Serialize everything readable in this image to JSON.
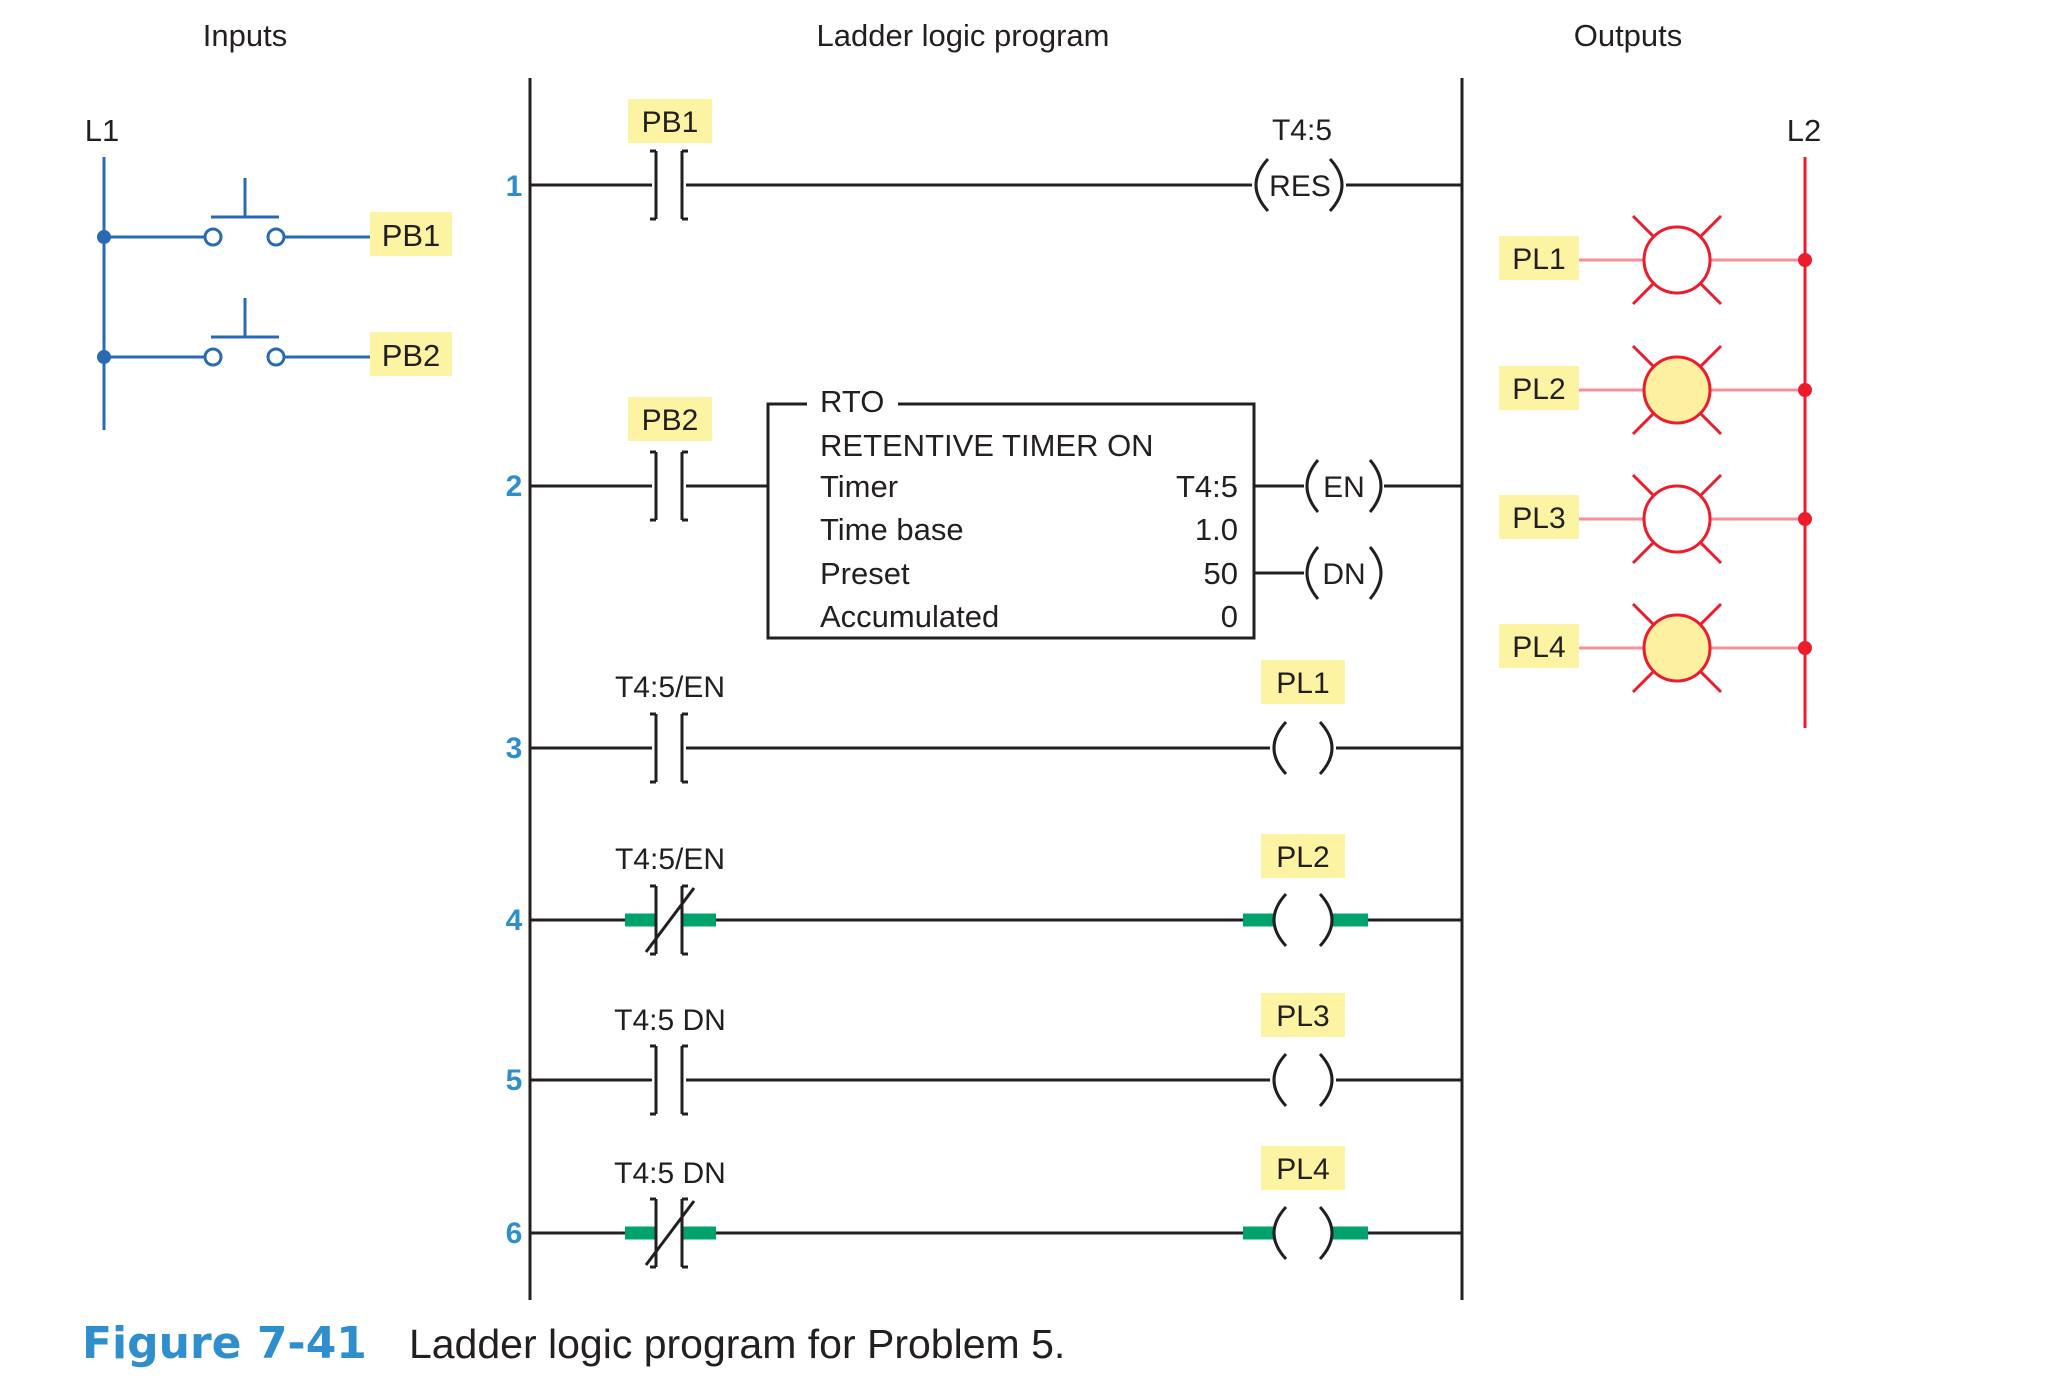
{
  "headers": {
    "inputs": "Inputs",
    "program": "Ladder logic program",
    "outputs": "Outputs"
  },
  "rails": {
    "left_input": "L1",
    "right_output": "L2"
  },
  "inputs": [
    {
      "tag": "PB1",
      "device": "pushbutton",
      "contact": "normally-open"
    },
    {
      "tag": "PB2",
      "device": "pushbutton",
      "contact": "normally-open"
    }
  ],
  "rungs": [
    {
      "number": "1",
      "contact_label": "PB1",
      "contact_type": "normally-open",
      "contact_highlight": true,
      "coil_label": "T4:5",
      "coil_text": "RES",
      "coil_highlight": false,
      "powered": false
    },
    {
      "number": "2",
      "contact_label": "PB2",
      "contact_type": "normally-open",
      "contact_highlight": true,
      "powered": false
    },
    {
      "number": "3",
      "contact_label": "T4:5/EN",
      "contact_type": "normally-open",
      "contact_highlight": false,
      "coil_label": "PL1",
      "coil_text": "",
      "coil_highlight": true,
      "powered": false
    },
    {
      "number": "4",
      "contact_label": "T4:5/EN",
      "contact_type": "normally-closed",
      "contact_highlight": false,
      "coil_label": "PL2",
      "coil_text": "",
      "coil_highlight": true,
      "powered": true
    },
    {
      "number": "5",
      "contact_label": "T4:5 DN",
      "contact_type": "normally-open",
      "contact_highlight": false,
      "coil_label": "PL3",
      "coil_text": "",
      "coil_highlight": true,
      "powered": false
    },
    {
      "number": "6",
      "contact_label": "T4:5 DN",
      "contact_type": "normally-closed",
      "contact_highlight": false,
      "coil_label": "PL4",
      "coil_text": "",
      "coil_highlight": true,
      "powered": true
    }
  ],
  "rto": {
    "type": "RTO",
    "title": "RETENTIVE TIMER ON",
    "fields": [
      {
        "label": "Timer",
        "value": "T4:5"
      },
      {
        "label": "Time base",
        "value": "1.0"
      },
      {
        "label": "Preset",
        "value": "50"
      },
      {
        "label": "Accumulated",
        "value": "0"
      }
    ],
    "outputs": [
      "EN",
      "DN"
    ]
  },
  "outputs": [
    {
      "tag": "PL1",
      "lit": false
    },
    {
      "tag": "PL2",
      "lit": true
    },
    {
      "tag": "PL3",
      "lit": false
    },
    {
      "tag": "PL4",
      "lit": true
    }
  ],
  "caption": {
    "label": "Figure 7-41",
    "text": "Ladder logic program for Problem 5."
  },
  "colors": {
    "ink": "#231f20",
    "input_wiring": "#2a6ab3",
    "output_wiring": "#ec1c2c",
    "output_line": "#f5919a",
    "tag_highlight": "#fdf4a3",
    "lamp_on_fill": "#fdf0a0",
    "power_flow": "#00a36c",
    "rung_number": "#2e8fcc",
    "caption_label": "#2e8fcc"
  }
}
